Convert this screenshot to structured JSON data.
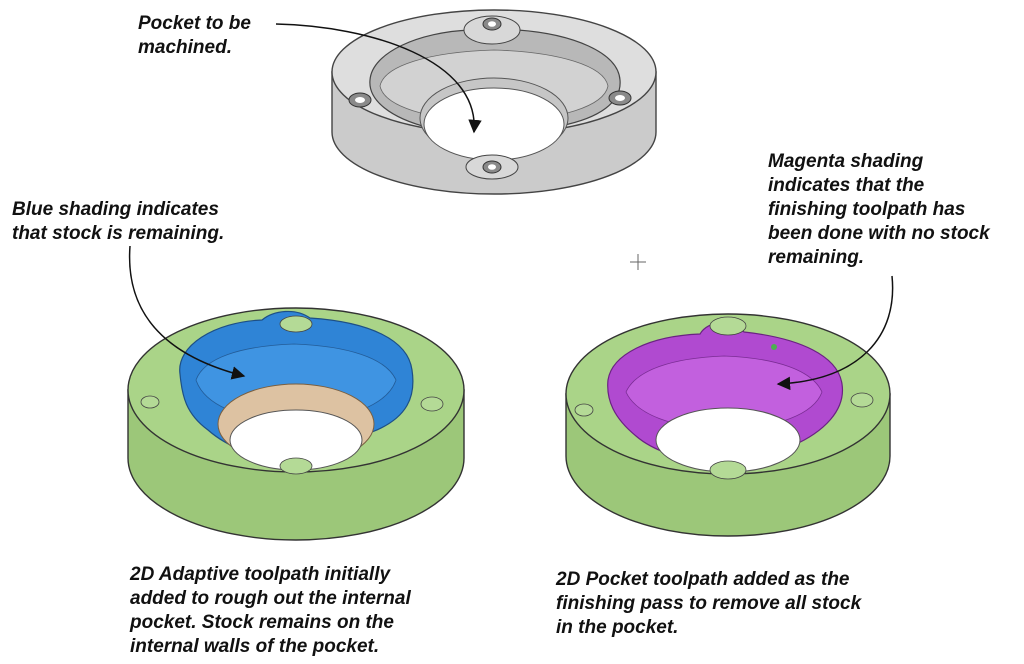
{
  "annotations": {
    "pocket": [
      "Pocket to be",
      "machined."
    ],
    "blue": [
      "Blue shading indicates",
      "that stock is remaining."
    ],
    "magenta": [
      "Magenta shading",
      "indicates that the",
      "finishing toolpath has",
      "been done with no stock",
      "remaining."
    ]
  },
  "captions": {
    "adaptive": [
      "2D Adaptive toolpath initially",
      "added to rough out the internal",
      "pocket. Stock remains on the",
      "internal walls of the pocket."
    ],
    "pocket": [
      "2D Pocket toolpath added as the",
      "finishing pass to remove all stock",
      "in the pocket."
    ]
  },
  "colors": {
    "part_gray": "#d6d6d6",
    "stock_green": "#a5cf82",
    "remaining_blue": "#2f84d6",
    "finished_magenta": "#b04ad0",
    "floor_tan": "#ddc2a2"
  }
}
